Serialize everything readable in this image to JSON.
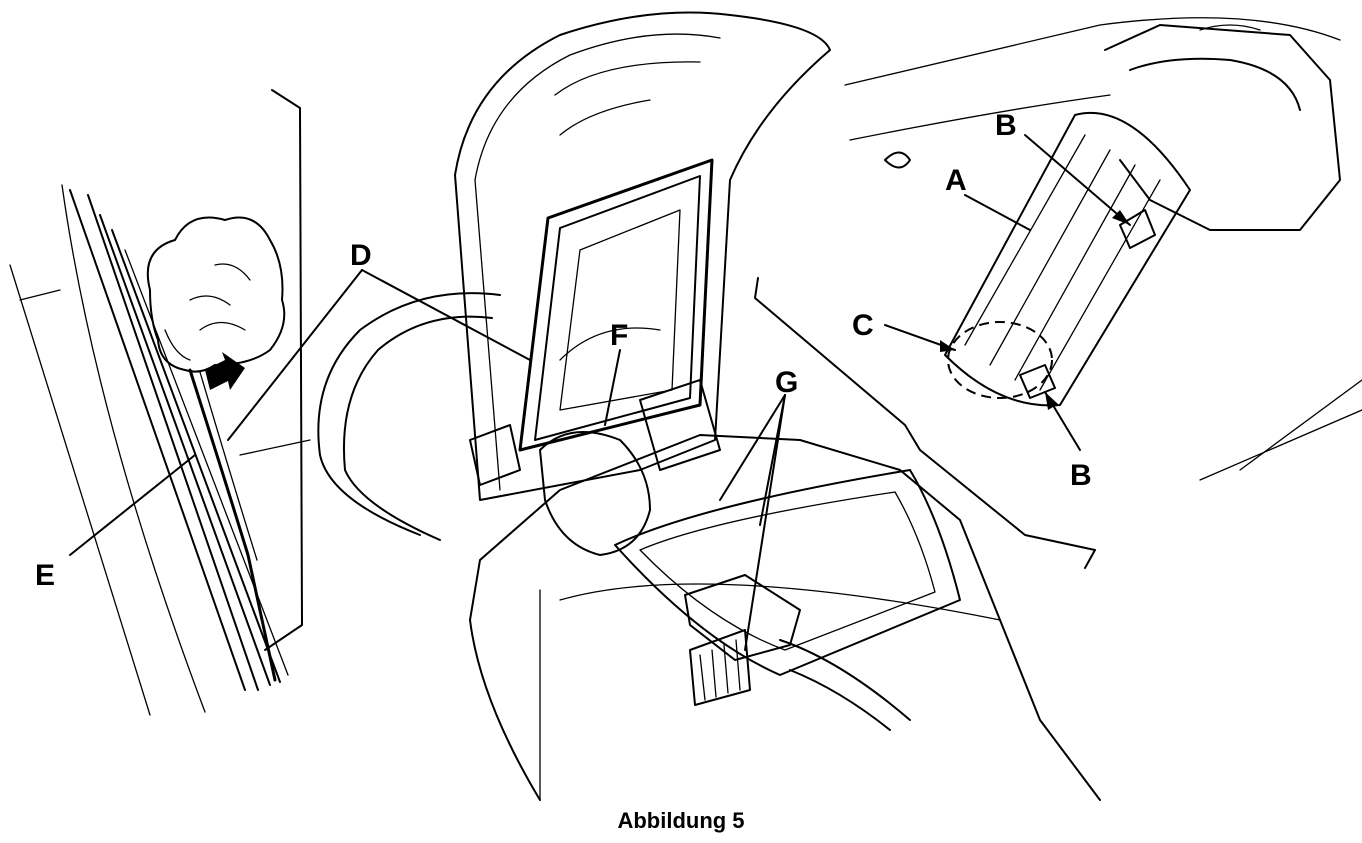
{
  "labels": {
    "A": "A",
    "B_top": "B",
    "B_bottom": "B",
    "C": "C",
    "D": "D",
    "E": "E",
    "F": "F",
    "G": "G"
  },
  "caption": "Abbildung 5"
}
